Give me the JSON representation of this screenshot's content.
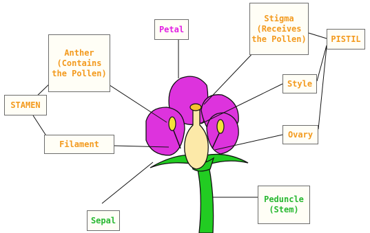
{
  "labels": {
    "petal": "Petal",
    "stigma": "Stigma\n(Receives\nthe Pollen)",
    "pistil": "PISTIL",
    "anther": "Anther\n(Contains\nthe Pollen)",
    "stamen": "STAMEN",
    "style": "Style",
    "ovary": "Ovary",
    "filament": "Filament",
    "sepal": "Sepal",
    "peduncle": "Peduncle\n(Stem)"
  },
  "colors": {
    "label_orange": "#f39a1e",
    "label_magenta": "#e21ee2",
    "label_green": "#28b830",
    "petal": "#dd33dd",
    "pistil": "#fce9a8",
    "anther": "#f4e23a",
    "stem": "#22cc22",
    "line": "#111111"
  }
}
